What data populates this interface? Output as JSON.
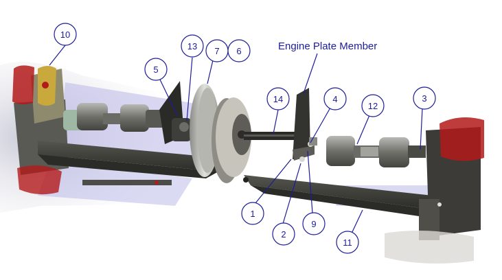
{
  "title": "Engine Plate Member",
  "colors": {
    "callout": "#1c1c9a",
    "frame": "#3a3a38",
    "shaft": "#2a2a28",
    "red": "#b31a1a"
  },
  "callouts": [
    "10",
    "13",
    "7",
    "6",
    "5",
    "14",
    "4",
    "12",
    "3",
    "1",
    "2",
    "9",
    "11"
  ]
}
